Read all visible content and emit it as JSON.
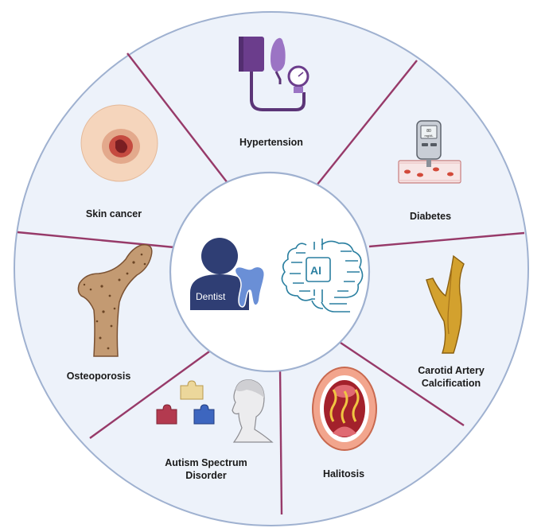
{
  "center": {
    "dentist_label": "Dentist",
    "ai_label": "AI"
  },
  "segments": [
    {
      "id": "hypertension",
      "label_lines": [
        "Hypertension"
      ]
    },
    {
      "id": "diabetes",
      "label_lines": [
        "Diabetes"
      ]
    },
    {
      "id": "carotid",
      "label_lines": [
        "Carotid Artery",
        "Calcification"
      ]
    },
    {
      "id": "halitosis",
      "label_lines": [
        "Halitosis"
      ]
    },
    {
      "id": "autism",
      "label_lines": [
        "Autism Spectrum",
        "Disorder"
      ]
    },
    {
      "id": "osteoporosis",
      "label_lines": [
        "Osteoporosis"
      ]
    },
    {
      "id": "skin-cancer",
      "label_lines": [
        "Skin cancer"
      ]
    }
  ],
  "glucometer_reading": [
    "80",
    "mg/dL"
  ],
  "colors": {
    "ring_fill": "#edf2fa",
    "ring_stroke": "#9fb1d0",
    "divider": "#973a69",
    "dentist_figure": "#2f3e74",
    "tooth": "#6a8fd6",
    "ai_accent": "#2a7fa0",
    "bp_device": "#6b3d8c",
    "tube": "#5c3577"
  }
}
